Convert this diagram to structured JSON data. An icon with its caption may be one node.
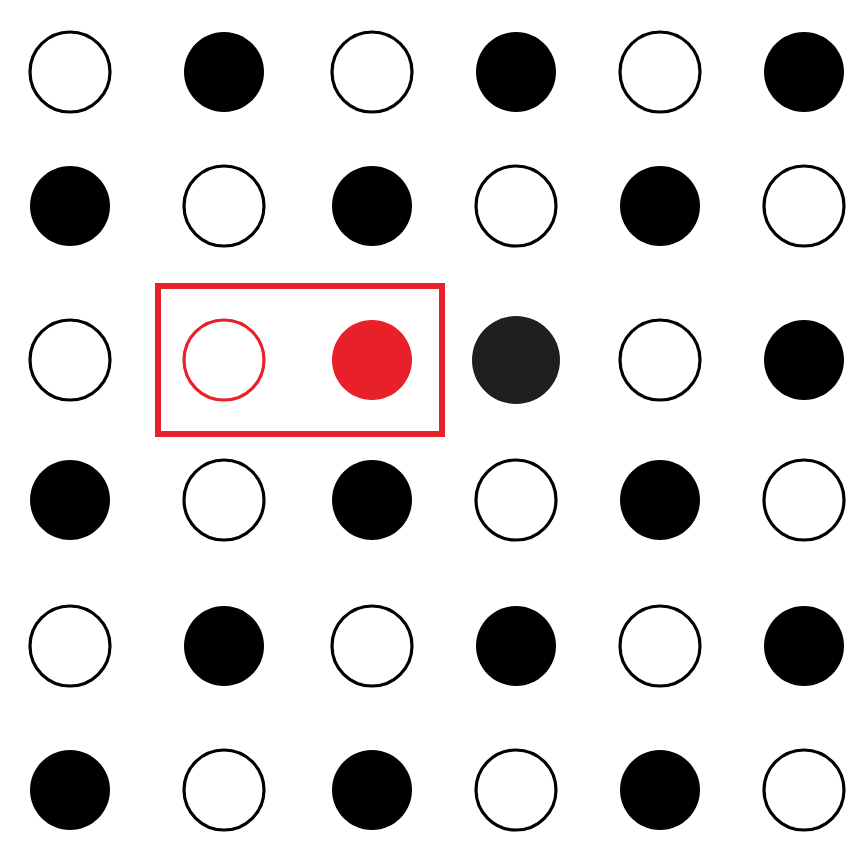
{
  "diagram": {
    "nodes": [
      {
        "text": [],
        "shape": "circle"
      },
      {
        "text": [],
        "shape": "dot"
      },
      {
        "text": [],
        "shape": "circle"
      },
      {
        "text": [],
        "shape": "dot"
      },
      {
        "text": [],
        "shape": "circle"
      },
      {
        "text": [],
        "shape": "dot"
      },
      {
        "text": [],
        "shape": "dot"
      },
      {
        "text": [],
        "shape": "circle"
      },
      {
        "text": [],
        "shape": "dot"
      },
      {
        "text": [],
        "shape": "circle"
      },
      {
        "text": [],
        "shape": "dot"
      },
      {
        "text": [],
        "shape": "circle"
      },
      {
        "text": [],
        "shape": "circle"
      },
      {
        "text": [],
        "shape": "box"
      },
      {
        "text": [],
        "shape": "circle",
        "in": 13
      },
      {
        "text": [],
        "shape": "dot",
        "in": 13
      },
      {
        "text": [],
        "shape": "dot"
      },
      {
        "text": [],
        "shape": "circle"
      },
      {
        "text": [],
        "shape": "dot"
      },
      {
        "text": [],
        "shape": "dot"
      },
      {
        "text": [],
        "shape": "circle"
      },
      {
        "text": [],
        "shape": "dot"
      },
      {
        "text": [],
        "shape": "circle"
      },
      {
        "text": [],
        "shape": "dot"
      },
      {
        "text": [],
        "shape": "circle"
      },
      {
        "text": [],
        "shape": "circle"
      },
      {
        "text": [],
        "shape": "dot"
      },
      {
        "text": [],
        "shape": "circle"
      },
      {
        "text": [],
        "shape": "dot"
      },
      {
        "text": [],
        "shape": "circle"
      },
      {
        "text": [],
        "shape": "dot"
      },
      {
        "text": [],
        "shape": "dot"
      },
      {
        "text": [],
        "shape": "circle"
      },
      {
        "text": [],
        "shape": "dot"
      },
      {
        "text": [],
        "shape": "circle"
      },
      {
        "text": [],
        "shape": "dot"
      },
      {
        "text": [],
        "shape": "circle"
      }
    ]
  }
}
